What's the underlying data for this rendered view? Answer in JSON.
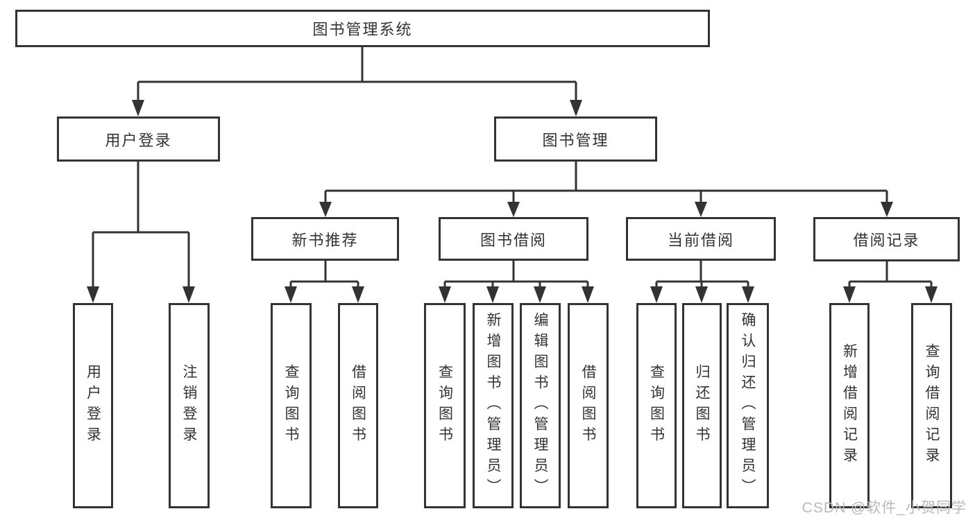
{
  "diagram": {
    "type": "hierarchy-flowchart",
    "root": {
      "label": "图书管理系统",
      "children": [
        {
          "label": "用户登录",
          "children": [
            {
              "label": "用户登录"
            },
            {
              "label": "注销登录"
            }
          ]
        },
        {
          "label": "图书管理",
          "children": [
            {
              "label": "新书推荐",
              "children": [
                {
                  "label": "查询图书"
                },
                {
                  "label": "借阅图书"
                }
              ]
            },
            {
              "label": "图书借阅",
              "children": [
                {
                  "label": "查询图书"
                },
                {
                  "label": "新增图书（管理员）"
                },
                {
                  "label": "编辑图书（管理员）"
                },
                {
                  "label": "借阅图书"
                }
              ]
            },
            {
              "label": "当前借阅",
              "children": [
                {
                  "label": "查询图书"
                },
                {
                  "label": "归还图书"
                },
                {
                  "label": "确认归还（管理员）"
                }
              ]
            },
            {
              "label": "借阅记录",
              "children": [
                {
                  "label": "新增借阅记录"
                },
                {
                  "label": "查询借阅记录"
                }
              ]
            }
          ]
        }
      ]
    }
  },
  "watermark": {
    "text": "CSDN @软件_小贺同学"
  },
  "colors": {
    "line": "#333333",
    "box_border": "#333333",
    "text": "#333333",
    "background": "#ffffff",
    "watermark": "#b9b9b9"
  }
}
